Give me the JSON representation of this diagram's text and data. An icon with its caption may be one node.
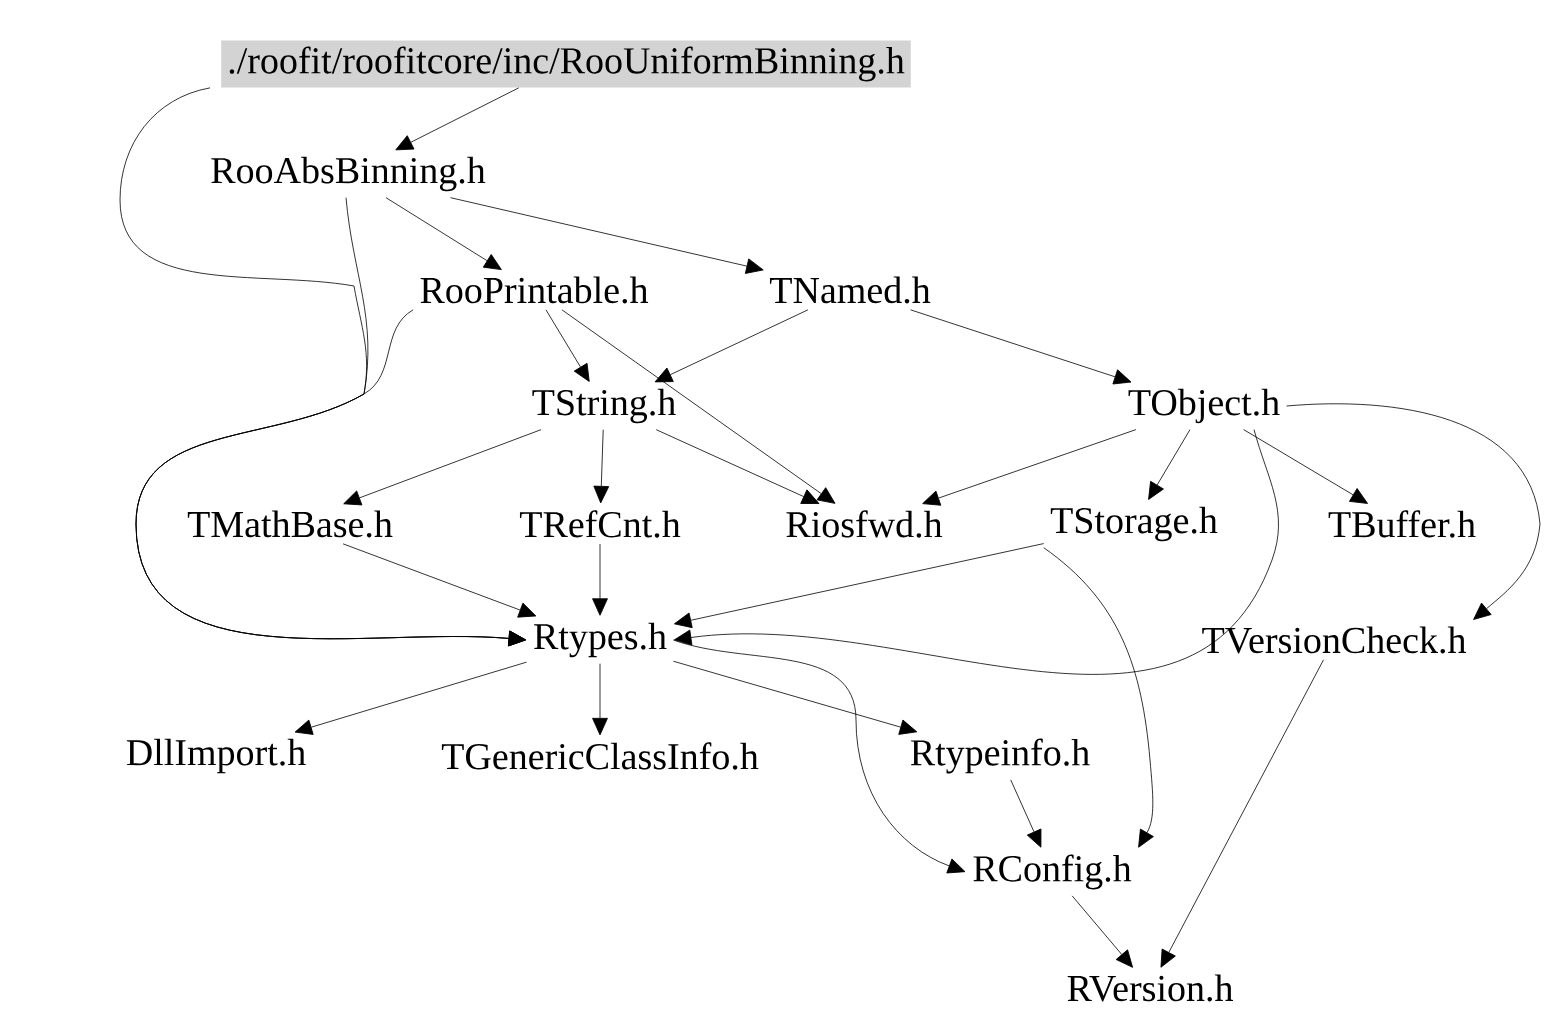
{
  "diagram": {
    "nodes": [
      {
        "text": [
          "./roofit/roofitcore/inc/RooUniformBinning.h"
        ]
      },
      {
        "text": [
          "RooAbsBinning.h"
        ]
      },
      {
        "text": [
          "RooPrintable.h"
        ]
      },
      {
        "text": [
          "TNamed.h"
        ]
      },
      {
        "text": [
          "TString.h"
        ]
      },
      {
        "text": [
          "TObject.h"
        ]
      },
      {
        "text": [
          "TMathBase.h"
        ]
      },
      {
        "text": [
          "TRefCnt.h"
        ]
      },
      {
        "text": [
          "Riosfwd.h"
        ]
      },
      {
        "text": [
          "TStorage.h"
        ]
      },
      {
        "text": [
          "TBuffer.h"
        ]
      },
      {
        "text": [
          "Rtypes.h"
        ]
      },
      {
        "text": [
          "TVersionCheck.h"
        ]
      },
      {
        "text": [
          "DllImport.h"
        ]
      },
      {
        "text": [
          "TGenericClassInfo.h"
        ]
      },
      {
        "text": [
          "Rtypeinfo.h"
        ]
      },
      {
        "text": [
          "RConfig.h"
        ]
      },
      {
        "text": [
          "RVersion.h"
        ]
      }
    ],
    "edges": [
      {
        "from": 0,
        "to": 1,
        "arrow": "to"
      },
      {
        "from": 0,
        "to": 11,
        "arrow": "to"
      },
      {
        "from": 1,
        "to": 2,
        "arrow": "to"
      },
      {
        "from": 1,
        "to": 3,
        "arrow": "to"
      },
      {
        "from": 1,
        "to": 11,
        "arrow": "to"
      },
      {
        "from": 2,
        "to": 4,
        "arrow": "to"
      },
      {
        "from": 2,
        "to": 8,
        "arrow": "to"
      },
      {
        "from": 2,
        "to": 11,
        "arrow": "to"
      },
      {
        "from": 3,
        "to": 4,
        "arrow": "to"
      },
      {
        "from": 3,
        "to": 5,
        "arrow": "to"
      },
      {
        "from": 4,
        "to": 6,
        "arrow": "to"
      },
      {
        "from": 4,
        "to": 7,
        "arrow": "to"
      },
      {
        "from": 4,
        "to": 8,
        "arrow": "to"
      },
      {
        "from": 5,
        "to": 8,
        "arrow": "to"
      },
      {
        "from": 5,
        "to": 9,
        "arrow": "to"
      },
      {
        "from": 5,
        "to": 10,
        "arrow": "to"
      },
      {
        "from": 5,
        "to": 11,
        "arrow": "to"
      },
      {
        "from": 5,
        "to": 12,
        "arrow": "to"
      },
      {
        "from": 6,
        "to": 11,
        "arrow": "to"
      },
      {
        "from": 7,
        "to": 11,
        "arrow": "to"
      },
      {
        "from": 9,
        "to": 11,
        "arrow": "to"
      },
      {
        "from": 9,
        "to": 16,
        "arrow": "to"
      },
      {
        "from": 11,
        "to": 13,
        "arrow": "to"
      },
      {
        "from": 11,
        "to": 14,
        "arrow": "to"
      },
      {
        "from": 11,
        "to": 15,
        "arrow": "to"
      },
      {
        "from": 11,
        "to": 16,
        "arrow": "to"
      },
      {
        "from": 12,
        "to": 17,
        "arrow": "to"
      },
      {
        "from": 15,
        "to": 16,
        "arrow": "to"
      },
      {
        "from": 16,
        "to": 17,
        "arrow": "to"
      }
    ]
  }
}
